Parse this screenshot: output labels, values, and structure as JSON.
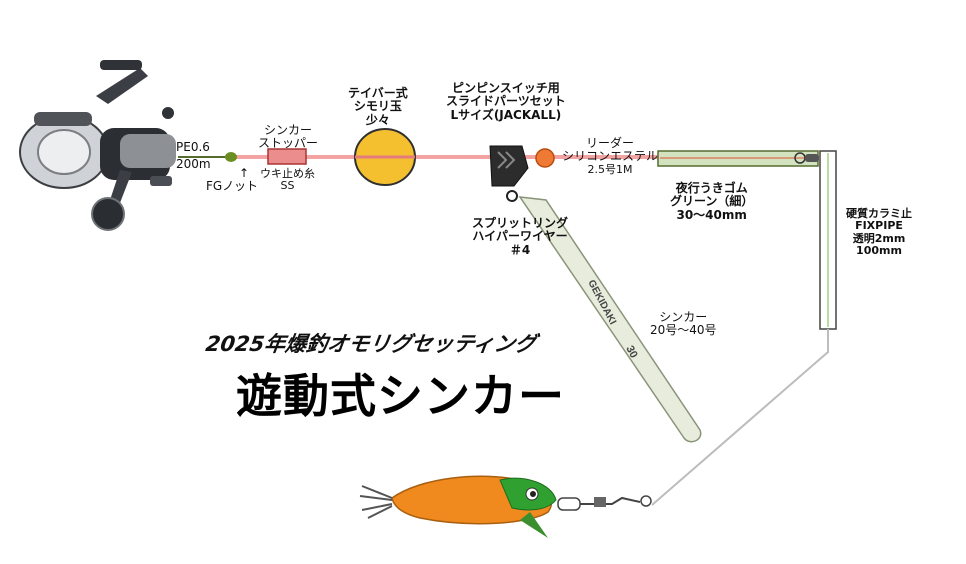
{
  "title": {
    "subtitle": "2025年爆釣オモリグセッティング",
    "main": "遊動式シンカー"
  },
  "labels": {
    "pe_line": [
      "PE0.6",
      "200m"
    ],
    "fg_knot": [
      "↑",
      "FGノット"
    ],
    "sinker_stopper": [
      "シンカー",
      "ストッパー"
    ],
    "float_stopper_thread": [
      "ウキ止め糸",
      "SS"
    ],
    "tiber_bead": [
      "テイバー式",
      "シモリ玉",
      "少々"
    ],
    "slide_parts": [
      "ピンピンスイッチ用",
      "スライドパーツセット",
      "Lサイズ(JACKALL)"
    ],
    "leader": [
      "リーダー",
      "シリコンエステル",
      "2.5号1M"
    ],
    "night_tube": [
      "夜行うきゴム",
      "グリーン（細）",
      "30〜40mm"
    ],
    "split_ring": [
      "スプリットリング",
      "ハイパーワイヤー",
      "＃4"
    ],
    "hard_pipe": [
      "硬質カラミ止",
      "FIXPIPE",
      "透明2mm",
      "100mm"
    ],
    "sinker": [
      "シンカー",
      "20号〜40号"
    ],
    "sinker_print": [
      "GEKIDAKI",
      "30"
    ]
  },
  "colors": {
    "main_line": "#f4a3a3",
    "pe_line": "#556b2f",
    "bead": "#f5c030",
    "sinker_body": "#e7ecdc",
    "squid_jig": "#f08a1e",
    "stopper": "#ec8d8d",
    "knot": "#6b8e23"
  }
}
